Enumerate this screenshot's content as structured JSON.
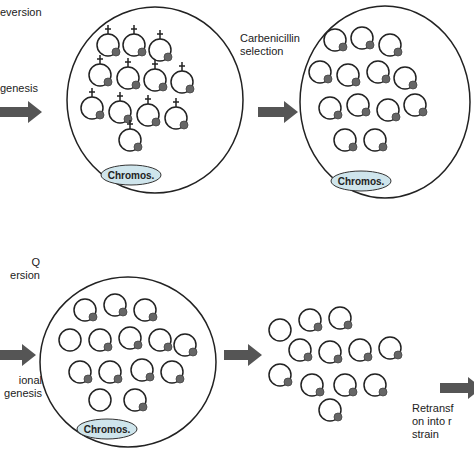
{
  "diagram": {
    "nodes": [
      {
        "text": [
          "Chromos."
        ]
      },
      {
        "text": [
          "Chromos."
        ]
      },
      {
        "text": [
          "Chromos."
        ]
      }
    ],
    "labels": [
      "eversion",
      "genesis",
      "Carbenicillin selection",
      "Q ersion",
      "ional genesis",
      "Retransf on into r strain"
    ]
  }
}
